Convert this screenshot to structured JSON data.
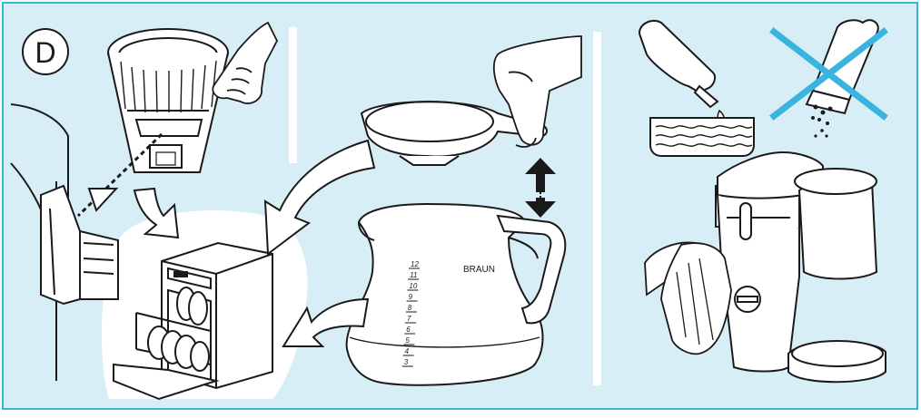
{
  "figure": {
    "panel_label": "D",
    "carafe_brand": "BRAUN",
    "carafe_scale": [
      "12",
      "11",
      "10",
      "9",
      "8",
      "7",
      "6",
      "5",
      "4",
      "3"
    ],
    "colors": {
      "background": "#d8eef6",
      "frame": "#38b4dc",
      "line": "#1a1a1a",
      "fill": "#ffffff",
      "arrow": "#1a1a1a",
      "cross": "#3ab3df"
    }
  }
}
